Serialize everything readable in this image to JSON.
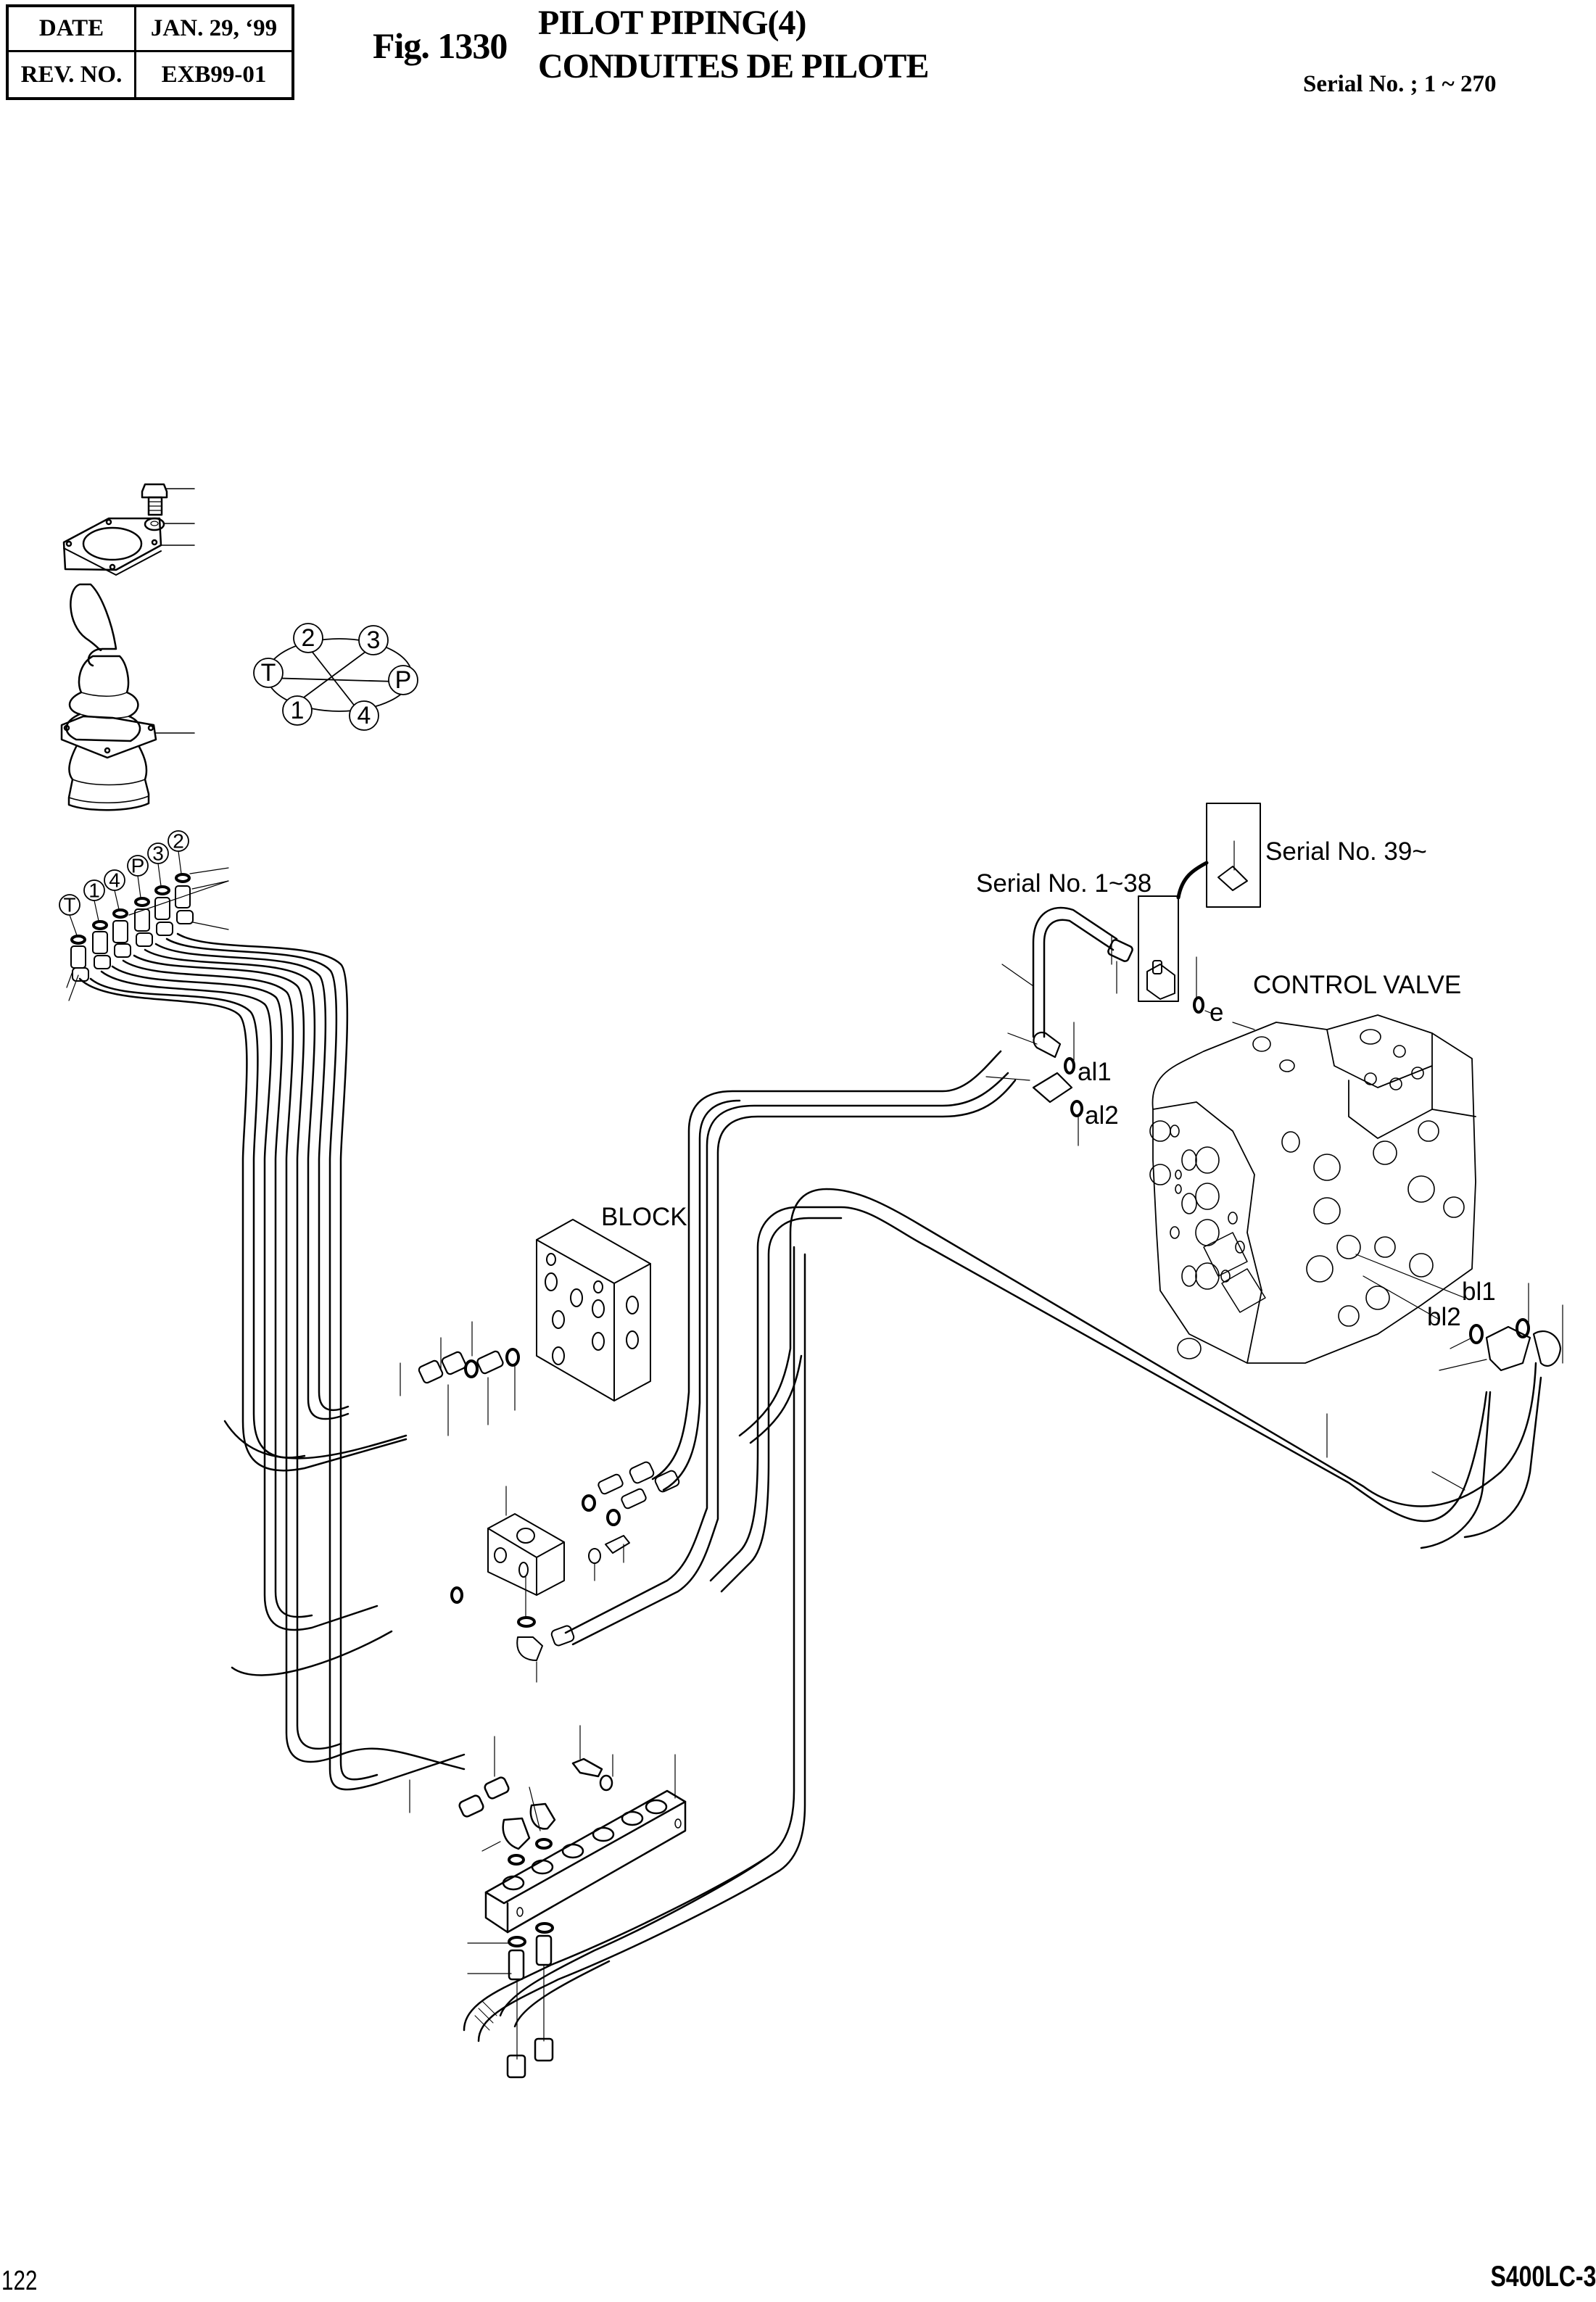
{
  "header": {
    "date_label": "DATE",
    "date_value": "JAN. 29, ‘99",
    "rev_label": "REV. NO.",
    "rev_value": "EXB99-01",
    "figure_number": "Fig. 1330",
    "title_en": "PILOT PIPING(4)",
    "title_fr": "CONDUITES DE PILOTE",
    "serial_range": "Serial No. ; 1 ~ 270"
  },
  "diagram": {
    "components": {
      "block": "BLOCK",
      "control_valve": "CONTROL VALVE"
    },
    "variants": {
      "early": "Serial No. 1~38",
      "late": "Serial No. 39~"
    },
    "ports": {
      "e": "e",
      "al1": "al1",
      "al2": "al2",
      "bl1": "bl1",
      "bl2": "bl2"
    },
    "joystick_port_diagram": [
      "T",
      "2",
      "3",
      "P",
      "4",
      "1"
    ],
    "joystick_port_callouts": [
      "T",
      "1",
      "4",
      "P",
      "3",
      "2"
    ],
    "icons": [
      "joystick-icon",
      "mounting-plate-icon",
      "bolt-icon",
      "washer-icon",
      "hose-icon",
      "o-ring-icon",
      "fitting-icon",
      "manifold-icon",
      "control-valve-icon"
    ]
  },
  "footer": {
    "page_number": "122",
    "model": "S400LC-3"
  }
}
